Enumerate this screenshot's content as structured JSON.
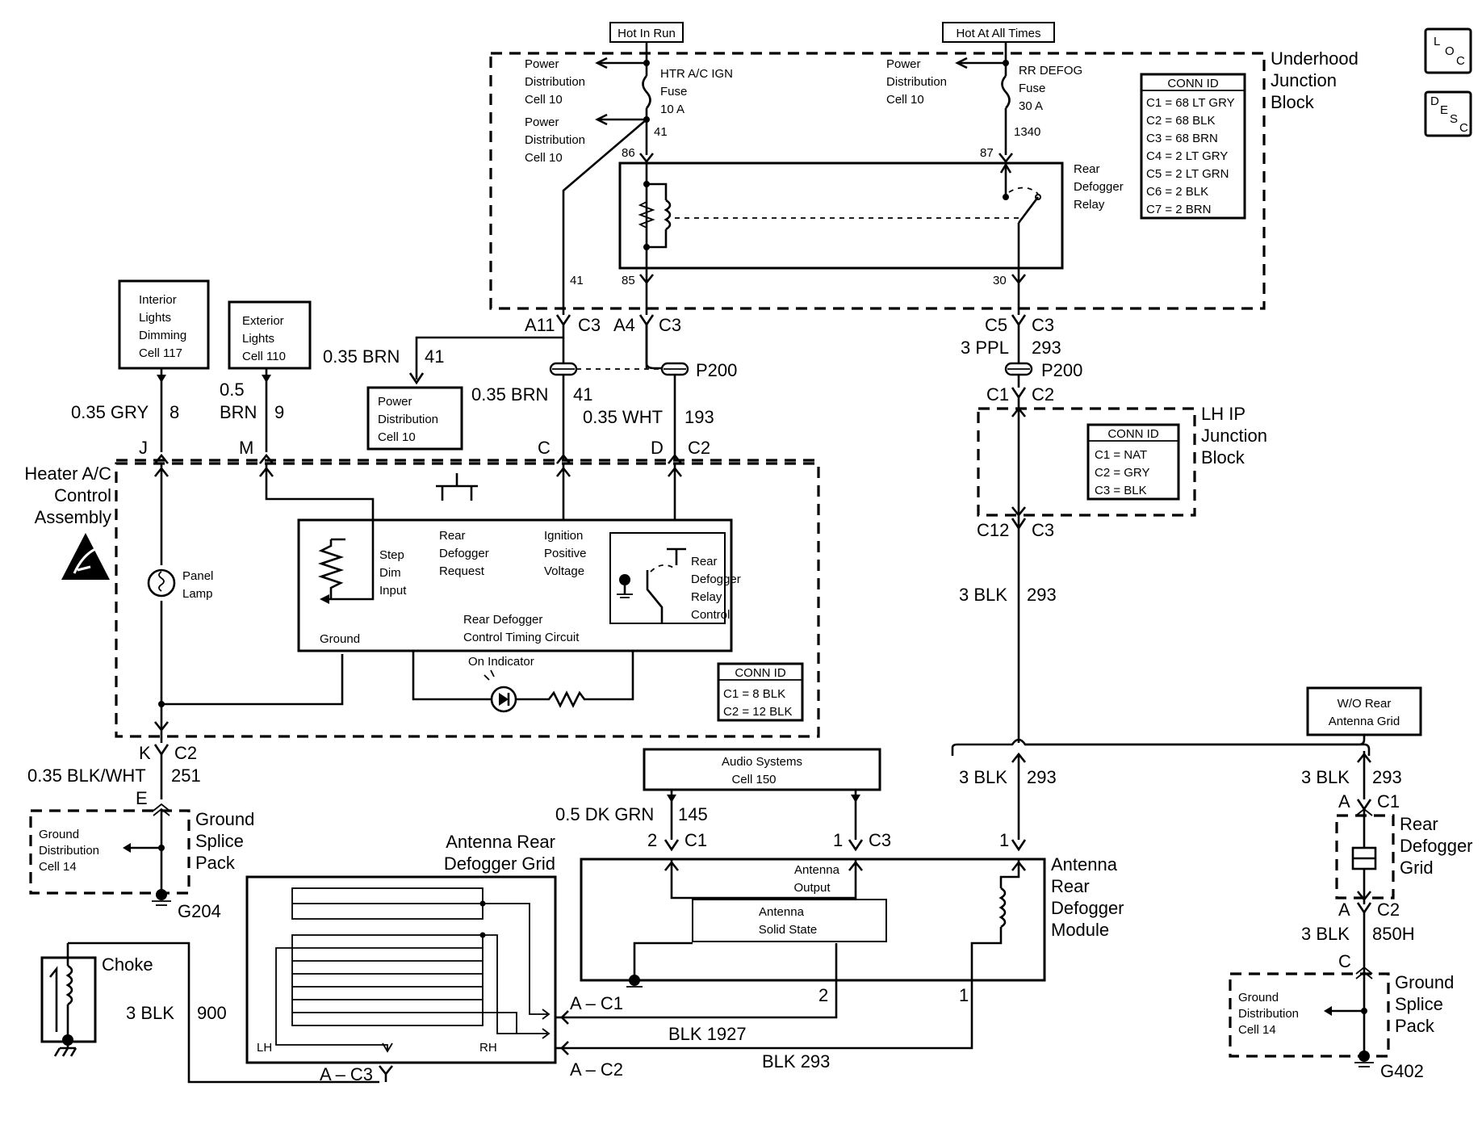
{
  "header_tags": {
    "hot_run": "Hot In Run",
    "hot_always": "Hot At All Times"
  },
  "corner_icons": {
    "loc": [
      "L",
      "O",
      "C"
    ],
    "desc": [
      "D",
      "E",
      "S",
      "C"
    ]
  },
  "underhood": {
    "title": [
      "Underhood",
      "Junction",
      "Block"
    ],
    "pd_left_1": [
      "Power",
      "Distribution",
      "Cell 10"
    ],
    "pd_left_2": [
      "Power",
      "Distribution",
      "Cell 10"
    ],
    "pd_right": [
      "Power",
      "Distribution",
      "Cell 10"
    ],
    "fuse_left": [
      "HTR A/C IGN",
      "Fuse",
      "10 A"
    ],
    "fuse_right": [
      "RR DEFOG",
      "Fuse",
      "30 A"
    ],
    "circ_41": "41",
    "circ_1340": "1340",
    "pin_86": "86",
    "pin_85": "85",
    "pin_87": "87",
    "pin_30": "30",
    "relay_label": [
      "Rear",
      "Defogger",
      "Relay"
    ],
    "conn_id_title": "CONN ID",
    "conn_ids": [
      "C1 = 68 LT GRY",
      "C2 = 68 BLK",
      "C3 = 68 BRN",
      "C4 = 2 LT GRY",
      "C5 = 2 LT GRN",
      "C6 = 2 BLK",
      "C7 = 2 BRN"
    ]
  },
  "connectors": {
    "a11_c3": [
      "A11",
      "C3"
    ],
    "a4_c3": [
      "A4",
      "C3"
    ],
    "c5_c3": [
      "C5",
      "C3"
    ],
    "p200": "P200",
    "c1_c2": [
      "C1",
      "C2"
    ],
    "c12_c3": [
      "C12",
      "C3"
    ]
  },
  "wires": {
    "w_035brn_41a": [
      "0.35 BRN",
      "41"
    ],
    "w_035brn_41b": [
      "0.35 BRN",
      "41"
    ],
    "w_035wht_193": [
      "0.35 WHT",
      "193"
    ],
    "w_3ppl_293": [
      "3 PPL",
      "293"
    ],
    "w_035gry_8": [
      "0.35 GRY",
      "8"
    ],
    "w_05brn_9": [
      "0.5",
      "BRN",
      "9"
    ],
    "w_3blk_293_a": [
      "3 BLK",
      "293"
    ],
    "w_3blk_293_b": [
      "3 BLK",
      "293"
    ],
    "w_3blk_293_c": [
      "3 BLK",
      "293"
    ],
    "w_035blkwht_251": [
      "0.35 BLK/WHT",
      "251"
    ],
    "w_05dkgrn_145": [
      "0.5 DK GRN",
      "145"
    ],
    "w_3blk_850h": [
      "3 BLK",
      "850H"
    ],
    "w_3blk_900": [
      "3 BLK",
      "900"
    ],
    "w_blk_1927": "BLK 1927",
    "w_blk_293": "BLK 293"
  },
  "boxes": {
    "interior_lights": [
      "Interior",
      "Lights",
      "Dimming",
      "Cell 117"
    ],
    "exterior_lights": [
      "Exterior",
      "Lights",
      "Cell 110"
    ],
    "power_dist": [
      "Power",
      "Distribution",
      "Cell 10"
    ],
    "audio": [
      "Audio Systems",
      "Cell 150"
    ],
    "wo_rear": [
      "W/O Rear",
      "Antenna Grid"
    ]
  },
  "lhip": {
    "title": [
      "LH IP",
      "Junction",
      "Block"
    ],
    "conn_id_title": "CONN ID",
    "conn_ids": [
      "C1 = NAT",
      "C2 = GRY",
      "C3 = BLK"
    ]
  },
  "hvac": {
    "title": [
      "Heater A/C",
      "Control",
      "Assembly"
    ],
    "pins": {
      "j": "J",
      "m": "M",
      "c": "C",
      "d": "D",
      "c2": "C2",
      "k": "K",
      "kc2": "C2"
    },
    "panel_lamp": [
      "Panel",
      "Lamp"
    ],
    "step_dim": [
      "Step",
      "Dim",
      "Input"
    ],
    "rdr": [
      "Rear",
      "Defogger",
      "Request"
    ],
    "ipv": [
      "Ignition",
      "Positive",
      "Voltage"
    ],
    "rdrc": [
      "Rear",
      "Defogger",
      "Relay",
      "Control"
    ],
    "timing": [
      "Rear Defogger",
      "Control Timing Circuit"
    ],
    "ground": "Ground",
    "on_indicator": "On Indicator",
    "conn_id_title": "CONN ID",
    "conn_ids": [
      "C1 = 8 BLK",
      "C2 = 12 BLK"
    ]
  },
  "ground_splice_left": {
    "title": [
      "Ground",
      "Splice",
      "Pack"
    ],
    "dist": [
      "Ground",
      "Distribution",
      "Cell 14"
    ],
    "pin": "E",
    "ground_id": "G204"
  },
  "ground_splice_right": {
    "title": [
      "Ground",
      "Splice",
      "Pack"
    ],
    "dist": [
      "Ground",
      "Distribution",
      "Cell 14"
    ],
    "pin": "C",
    "ground_id": "G402"
  },
  "rear_grid_small": {
    "title": [
      "Rear",
      "Defogger",
      "Grid"
    ],
    "pin_a1": "A",
    "c1": "C1",
    "pin_a2": "A",
    "c2": "C2"
  },
  "antenna_grid": {
    "title": [
      "Antenna Rear",
      "Defogger Grid"
    ],
    "lh": "LH",
    "rh": "RH",
    "a_c3": "A – C3",
    "a_c1": "A – C1",
    "a_c2": "A – C2"
  },
  "module": {
    "title": [
      "Antenna",
      "Rear",
      "Defogger",
      "Module"
    ],
    "antenna_output": [
      "Antenna",
      "Output"
    ],
    "solid_state": [
      "Antenna",
      "Solid State"
    ],
    "p2": "2",
    "c1": "C1",
    "p1": "1",
    "c3": "C3",
    "p1b": "1",
    "w2": "2",
    "w1": "1"
  },
  "choke": {
    "label": "Choke"
  }
}
